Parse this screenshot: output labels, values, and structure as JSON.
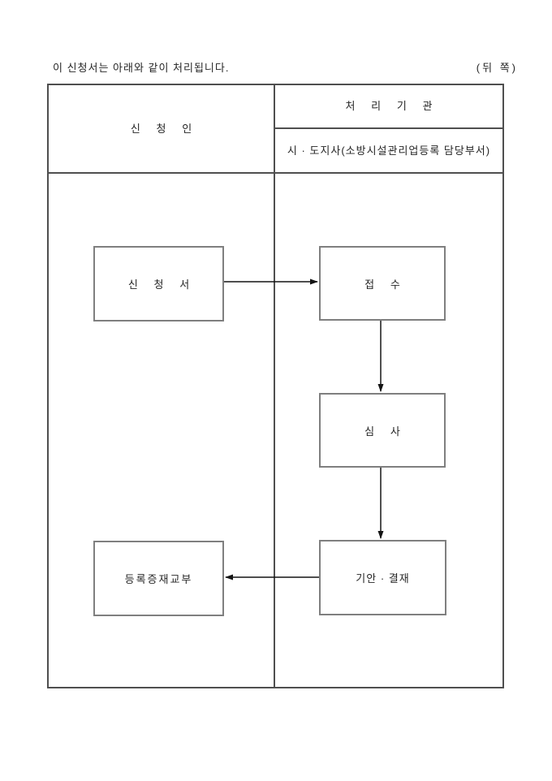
{
  "page": {
    "intro_text": "이 신청서는 아래와 같이 처리됩니다.",
    "back_side_label": "(뒤 쪽)"
  },
  "table": {
    "applicant_header": "신 청 인",
    "agency_header": "처 리 기 관",
    "agency_department": "시 · 도지사(소방시설관리업등록 담당부서)"
  },
  "flowchart": {
    "nodes": [
      {
        "id": "application-form",
        "label": "신 청 서",
        "lane": "applicant"
      },
      {
        "id": "receipt",
        "label": "접 수",
        "lane": "agency"
      },
      {
        "id": "review",
        "label": "심 사",
        "lane": "agency"
      },
      {
        "id": "draft-approval",
        "label": "기안 · 결재",
        "lane": "agency"
      },
      {
        "id": "certificate-reissue",
        "label": "등록증재교부",
        "lane": "applicant"
      }
    ],
    "edges": [
      {
        "from": "application-form",
        "to": "receipt"
      },
      {
        "from": "receipt",
        "to": "review"
      },
      {
        "from": "review",
        "to": "draft-approval"
      },
      {
        "from": "draft-approval",
        "to": "certificate-reissue"
      }
    ]
  },
  "colors": {
    "background": "#ffffff",
    "table_line": "#4f4f4f",
    "box_border": "#7f7f7f",
    "text": "#262626",
    "arrow": "#141414"
  }
}
